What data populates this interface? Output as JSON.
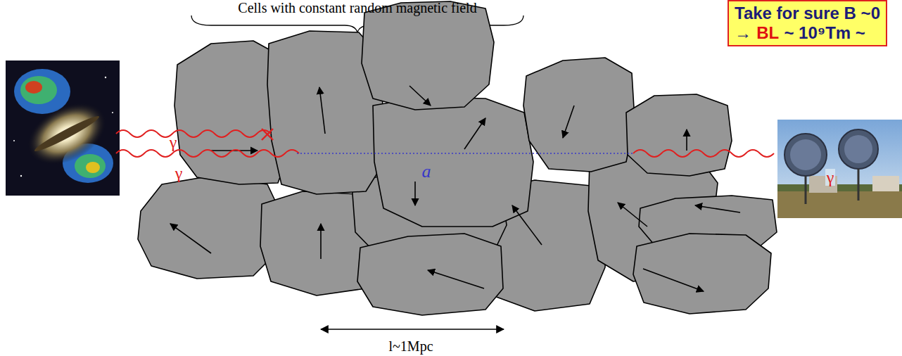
{
  "diagram": {
    "nodes": [
      {
        "text": [
          "Take for sure B ~0",
          "→",
          "BL",
          "~ 10⁹Tm ~"
        ]
      }
    ],
    "labels": [
      "Cells with constant random magnetic field",
      "γ",
      "γ",
      "a",
      "γ",
      "l~1Mpc"
    ]
  }
}
